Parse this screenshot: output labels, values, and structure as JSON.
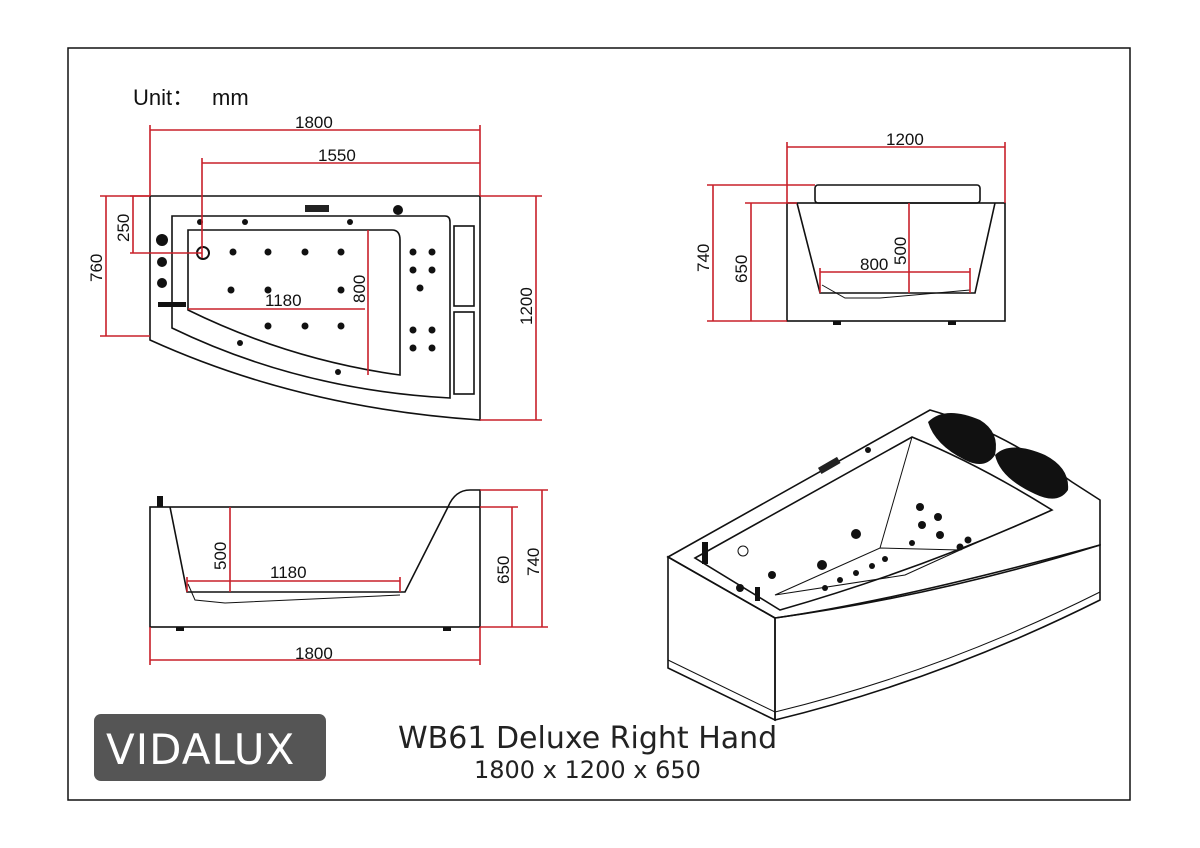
{
  "unit_label": "Unit：",
  "unit_value": "mm",
  "brand": {
    "logo_text": "VIDALUX",
    "logo_bg": "#555555"
  },
  "product": {
    "title": "WB61 Deluxe Right Hand",
    "dimensions": "1800 x 1200 x 650"
  },
  "colors": {
    "dimension_line": "#c8202a",
    "outline": "#111111"
  },
  "top_view": {
    "overall_length": "1800",
    "inner_length": "1550",
    "inner_width_offset": "250",
    "left_depth": "760",
    "overall_width": "1200",
    "basin_length": "1180",
    "basin_width": "800"
  },
  "end_view": {
    "overall_width": "1200",
    "overall_height": "740",
    "rim_height": "650",
    "inner_depth": "500",
    "floor_width": "800"
  },
  "side_view": {
    "inner_depth": "500",
    "floor_length": "1180",
    "rim_height": "650",
    "overall_height": "740",
    "overall_length": "1800"
  }
}
